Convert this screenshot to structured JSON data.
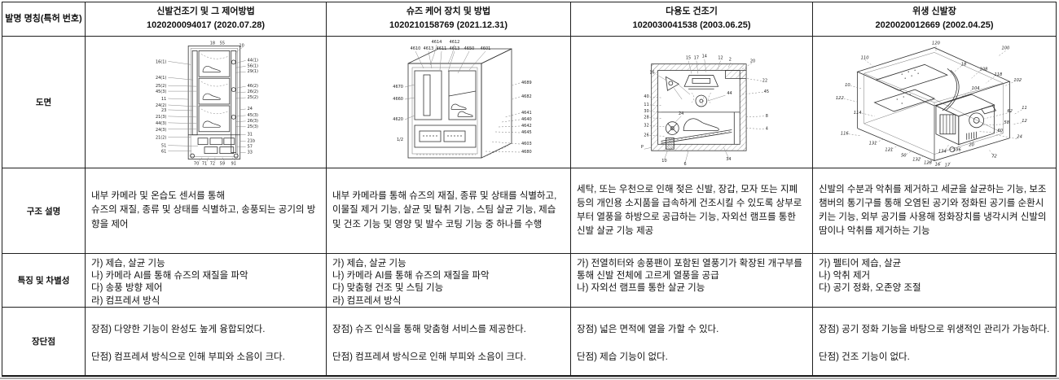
{
  "page": {
    "background": "#ffffff",
    "table_border_color": "#1f1f1f",
    "bottom_rule_color": "#ababab"
  },
  "table": {
    "corner_header": "발명 명칭(특허 번호)",
    "row_headers": {
      "figure": "도면",
      "structure": "구조 설명",
      "features": "특징 및 차별성",
      "pros_cons": "장단점"
    },
    "patents": [
      {
        "title": "신발건조기 및 그 제어방법",
        "number": "1020200094017 (2020.07.28)",
        "structure": "내부 카메라 및 온습도 센서를 통해\n슈즈의 재질, 종류 및 상태를 식별하고, 송풍되는 공기의 방향을 제어",
        "features": "가) 제습, 살균 기능\n나) 카메라 AI를 통해 슈즈의 재질을 파악\n다) 송풍 방향 제어\n라) 컴프레셔 방식",
        "pros": "장점) 다양한 기능이 완성도 높게 융합되었다.",
        "cons": "단점) 컴프레셔 방식으로 인해 부피와 소음이 크다.",
        "fig_labels": [
          "16(1)",
          "24(1)",
          "25(2)",
          "45(3)",
          "11",
          "24(2)",
          "23",
          "21(3)",
          "44(3)",
          "24(3)",
          "21(2)",
          "51",
          "61",
          "44(1)",
          "56(1)",
          "29(1)",
          "46(2)",
          "26(2)",
          "25(2)",
          "24",
          "45(3)",
          "26(3)",
          "25(3)",
          "31",
          "21b",
          "57",
          "33",
          "18",
          "55",
          "10",
          "70",
          "71",
          "72",
          "59",
          "91"
        ]
      },
      {
        "title": "슈즈 케어 장치 및 방법",
        "number": "1020210158769 (2021.12.31)",
        "structure": "내부 카메라를 통해 슈즈의 재질, 종류 및 상태를 식별하고, 이물질 제거 기능, 살균 및 탈취 기능, 스팀 살균 기능, 제습 및 건조 기능 및 영양 및 발수 코팅 기능 중 하나를 수행",
        "features": "가) 제습, 살균 기능\n나) 카메라 AI를 통해 슈즈의 재질을 파악\n다) 맞춤형 건조 및 스팀 기능\n라) 컴프레셔 방식",
        "pros": "장점) 슈즈 인식을 통해 맞춤형 서비스를 제공한다.",
        "cons": "단점) 컴프레셔 방식으로 인해 부피와 소음이 크다.",
        "fig_labels": [
          "4614",
          "4612",
          "4610",
          "4613",
          "4611",
          "4613",
          "4650",
          "4601",
          "4670",
          "4660",
          "4620",
          "1/2",
          "4689",
          "4682",
          "4641",
          "4640",
          "4642",
          "4645",
          "4603",
          "4680"
        ]
      },
      {
        "title": "다용도 건조기",
        "number": "1020030041538 (2003.06.25)",
        "structure": "세탁, 또는 우천으로 인해 젖은 신발, 장갑, 모자 또는 지폐 등의 개인용 소지품을 급속하게 건조시킬 수 있도록 상부로부터 열풍을 하방으로 공급하는 기능, 자외선 램프를 통한 신발 살균 기능 제공",
        "features": "가) 전열히터와 송풍팬이 포함된 열풍기가 확장된 개구부를 통해 신발 전체에 고르게 열풍을 공급\n나) 자외선 램프를 통한 살균 기능",
        "pros": "장점) 넓은 면적에 열을 가할 수 있다.",
        "cons": "단점) 제습 기능이 없다.",
        "fig_labels": [
          "15",
          "17",
          "14",
          "12",
          "2",
          "20",
          "22",
          "16",
          "44",
          "45",
          "40",
          "11",
          "30",
          "28",
          "32",
          "26",
          "P",
          "24",
          "8",
          "4",
          "10",
          "6",
          "34"
        ]
      },
      {
        "title": "위생 신발장",
        "number": "2020020012669 (2002.04.25)",
        "structure": "신발의 수분과 악취를 제거하고 세균을 살균하는 기능, 보조 챔버의 통기구를 통해 오염된 공기와 정화된 공기를 순환시키는 기능, 외부 공기를 사용해 정화장치를 냉각시켜 신발의 땀이나 악취를 제거하는 기능",
        "features": "가) 펠티어 제습, 살균\n나) 악취 제거\n다) 공기 정화, 오존양 조절",
        "pros": "장점) 공기 정화 기능을 바탕으로 위생적인 관리가 가능하다.",
        "cons": "단점) 건조 기능이 없다.",
        "fig_labels": [
          "110",
          "120",
          "100",
          "10",
          "18",
          "108",
          "118",
          "102",
          "122",
          "104",
          "62",
          "11",
          "58",
          "12",
          "60",
          "24",
          "114",
          "116",
          "131",
          "121",
          "50",
          "134",
          "106",
          "20",
          "132",
          "128",
          "16",
          "17",
          "72"
        ]
      }
    ]
  }
}
